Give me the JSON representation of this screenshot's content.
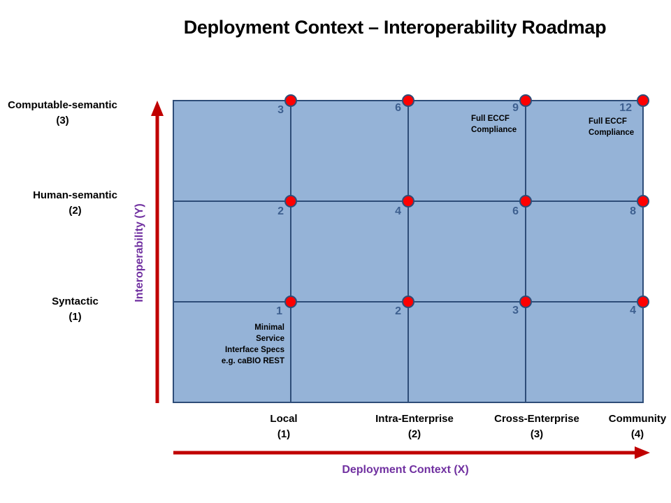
{
  "title": "Deployment Context – Interoperability Roadmap",
  "y_axis": {
    "title": "Interoperability (Y)",
    "levels": [
      {
        "name": "Computable-semantic",
        "value": "(3)"
      },
      {
        "name": "Human-semantic",
        "value": "(2)"
      },
      {
        "name": "Syntactic",
        "value": "(1)"
      }
    ]
  },
  "x_axis": {
    "title": "Deployment Context (X)",
    "levels": [
      {
        "name": "Local",
        "value": "(1)"
      },
      {
        "name": "Intra-Enterprise",
        "value": "(2)"
      },
      {
        "name": "Cross-Enterprise",
        "value": "(3)"
      },
      {
        "name": "Community",
        "value": "(4)"
      }
    ]
  },
  "cells": {
    "row3": [
      "3",
      "6",
      "9",
      "12"
    ],
    "row2": [
      "2",
      "4",
      "6",
      "8"
    ],
    "row1": [
      "1",
      "2",
      "3",
      "4"
    ]
  },
  "notes": {
    "minimal": [
      "Minimal",
      "Service",
      "Interface Specs",
      "e.g. caBIO REST"
    ],
    "eccf_9": [
      "Full ECCF",
      "Compliance"
    ],
    "eccf_12": [
      "Full ECCF",
      "Compliance"
    ]
  },
  "colors": {
    "grid_fill": "#95b3d7",
    "grid_line": "#2e4d78",
    "arrow": "#c00000",
    "marker": "#ff0000",
    "axis_title": "#7030a0"
  }
}
